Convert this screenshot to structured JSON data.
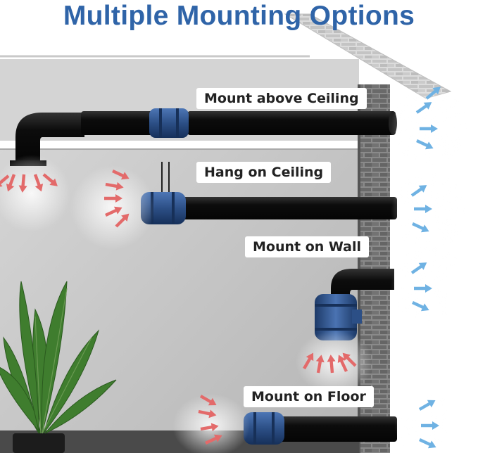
{
  "title": "Multiple Mounting Options",
  "labels": {
    "above_ceiling": "Mount above Ceiling",
    "hang_ceiling": "Hang on Ceiling",
    "on_wall": "Mount on Wall",
    "on_floor": "Mount on Floor"
  },
  "colors": {
    "title": "#2f64a8",
    "fan_blue": "#2c4f86",
    "duct": "#111111",
    "intake_arrow": "#e36a6a",
    "exhaust_arrow": "#6fb2e3",
    "brick": "#7a7a7a"
  }
}
